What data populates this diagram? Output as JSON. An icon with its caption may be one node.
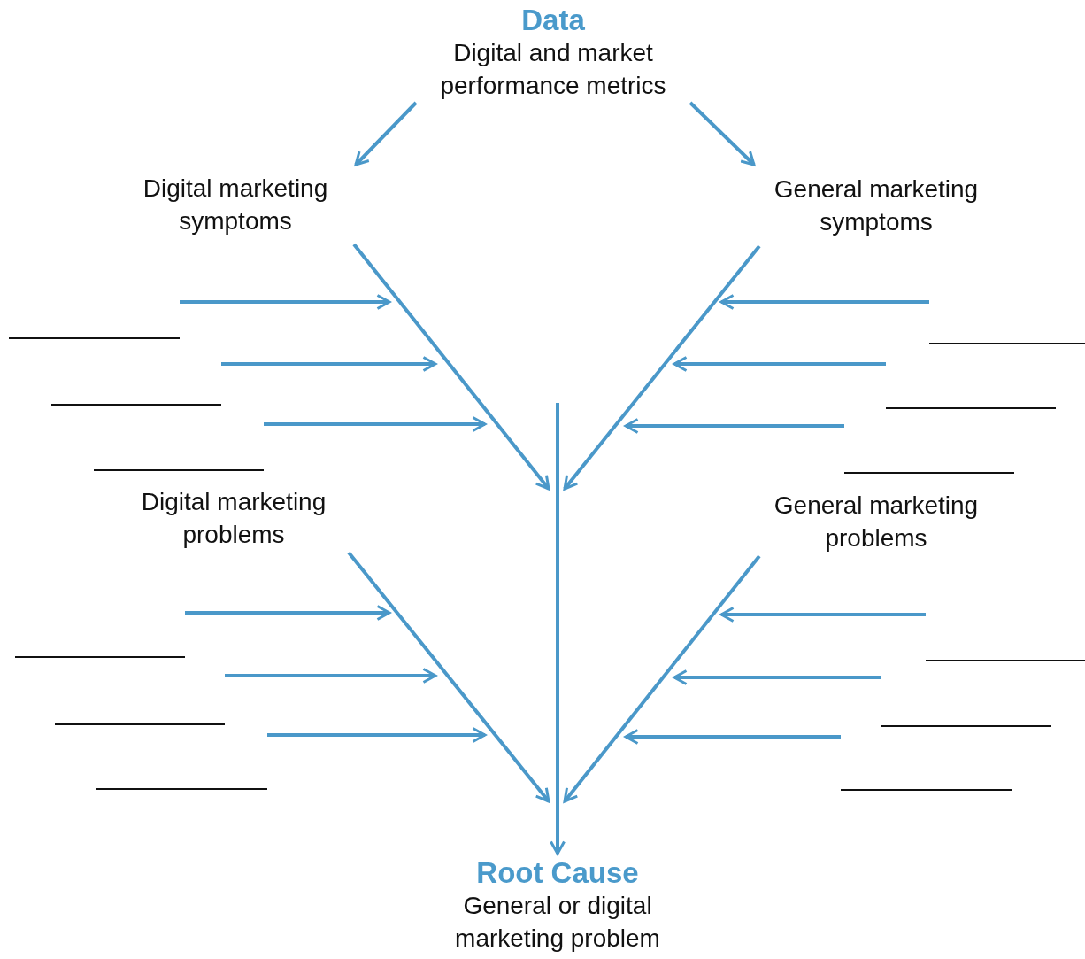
{
  "diagram": {
    "nodes": [
      {
        "text": [
          "Data",
          "Digital and market performance metrics"
        ]
      },
      {
        "text": [
          "Digital marketing symptoms"
        ]
      },
      {
        "text": [
          "General marketing symptoms"
        ]
      },
      {
        "text": [],
        "shape": "line"
      },
      {
        "text": [],
        "shape": "line"
      },
      {
        "text": [],
        "shape": "line"
      },
      {
        "text": [],
        "shape": "line"
      },
      {
        "text": [],
        "shape": "line"
      },
      {
        "text": [],
        "shape": "line"
      },
      {
        "text": [
          "Digital marketing problems"
        ]
      },
      {
        "text": [
          "General marketing problems"
        ]
      },
      {
        "text": [],
        "shape": "line"
      },
      {
        "text": [],
        "shape": "line"
      },
      {
        "text": [],
        "shape": "line"
      },
      {
        "text": [],
        "shape": "line"
      },
      {
        "text": [],
        "shape": "line"
      },
      {
        "text": [],
        "shape": "line"
      },
      {
        "text": [
          "Root Cause",
          "General or digital marketing problem"
        ]
      }
    ],
    "edges": [
      {
        "from": 0,
        "to": 1,
        "arrow": "to"
      },
      {
        "from": 0,
        "to": 2,
        "arrow": "to"
      },
      {
        "from": 1,
        "to": null,
        "arrow": "to"
      },
      {
        "from": 2,
        "to": null,
        "arrow": "to"
      },
      {
        "from": 3,
        "to": null,
        "arrow": "to"
      },
      {
        "from": 4,
        "to": null,
        "arrow": "to"
      },
      {
        "from": 5,
        "to": null,
        "arrow": "to"
      },
      {
        "from": 6,
        "to": null,
        "arrow": "to"
      },
      {
        "from": 7,
        "to": null,
        "arrow": "to"
      },
      {
        "from": 8,
        "to": null,
        "arrow": "to"
      },
      {
        "from": 9,
        "to": null,
        "arrow": "to"
      },
      {
        "from": 10,
        "to": null,
        "arrow": "to"
      },
      {
        "from": 11,
        "to": null,
        "arrow": "to"
      },
      {
        "from": 12,
        "to": null,
        "arrow": "to"
      },
      {
        "from": 13,
        "to": null,
        "arrow": "to"
      },
      {
        "from": 14,
        "to": null,
        "arrow": "to"
      },
      {
        "from": 15,
        "to": null,
        "arrow": "to"
      },
      {
        "from": 16,
        "to": null,
        "arrow": "to"
      },
      {
        "from": null,
        "to": 17,
        "arrow": "to"
      }
    ]
  }
}
